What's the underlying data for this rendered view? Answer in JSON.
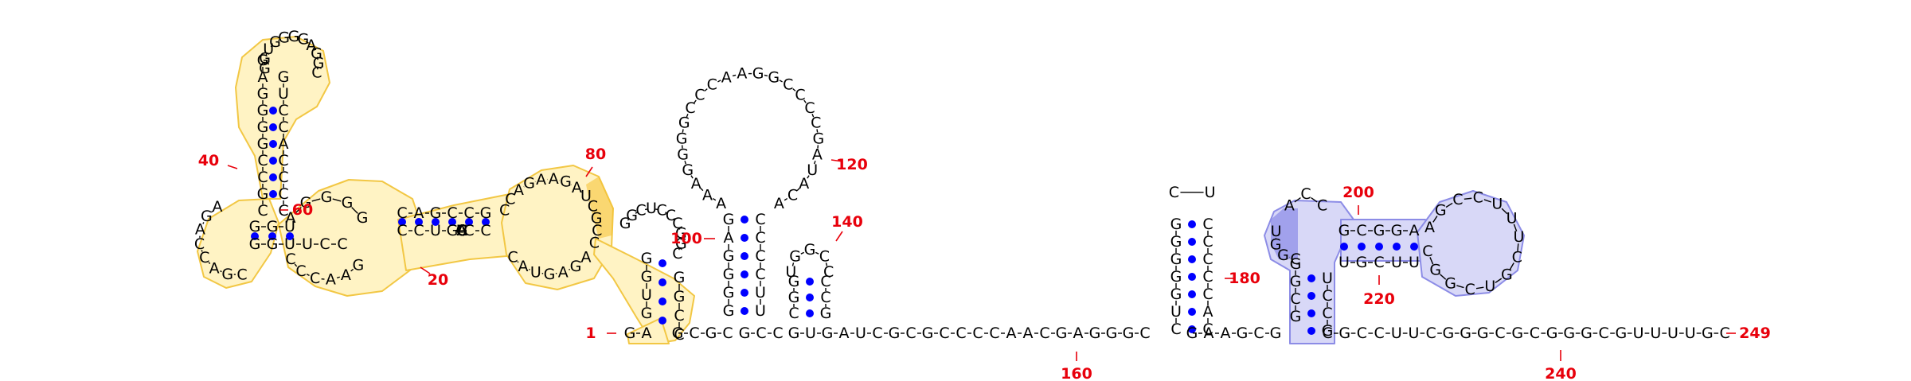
{
  "colors": {
    "nucleotide_text": "#000000",
    "backbone": "#000000",
    "base_pair_dot": "#0000ff",
    "number_label": "#e8000b",
    "highlight_yellow_fill": "#fff3c4",
    "highlight_yellow_stroke": "#f2c744",
    "highlight_yellow_dark": "#f5c02e",
    "highlight_blue_fill": "#d8d8f7",
    "highlight_blue_stroke": "#8c8ce6",
    "highlight_blue_dark": "#8f8fe8"
  },
  "sequence": {
    "segment_3prime_tail": "CGCCUUCGGGCGCGGGCGUUUUGC",
    "segment_linker": "GUGAUCGCGCCCCAACGAGGGC",
    "stem_112_113_left": "GAGGGG",
    "stem_112_113_right": "CCCCUU",
    "hairpin_loop_114": "AAAGGGGCCCAAGGCCCCGAUACA",
    "stem_141_left": "GGC",
    "stem_141_right": "CCG",
    "hairpin_loop_141": "UGGCC",
    "stem_180_left": "CUGGGGG",
    "stem_180_right": "CACCCCC",
    "hairpin_loop_180": "CU",
    "yellow_region_note": "5' domain, nucleotides 1-99",
    "blue_region_note": "multibranch, nucleotides 190-234"
  },
  "numbering": {
    "labels": [
      "1",
      "20",
      "40",
      "60",
      "80",
      "100",
      "120",
      "140",
      "160",
      "180",
      "200",
      "220",
      "240",
      "249"
    ]
  }
}
